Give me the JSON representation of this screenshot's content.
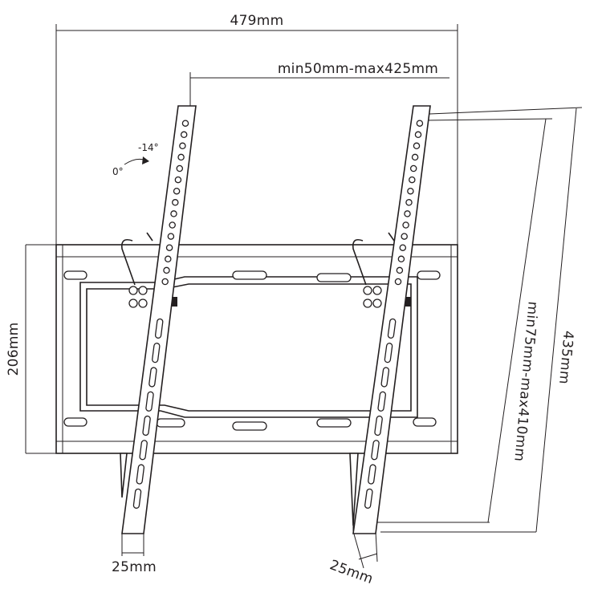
{
  "dimensions": {
    "overall_width": "479mm",
    "vesa_horizontal": "min50mm-max425mm",
    "plate_height": "206mm",
    "arm_length": "435mm",
    "vesa_vertical": "min75mm-max410mm",
    "left_arm_width": "25mm",
    "right_arm_width": "25mm"
  },
  "tilt": {
    "start_angle": "0°",
    "max_angle": "-14°"
  },
  "colors": {
    "line": "#231f20",
    "background": "#ffffff"
  }
}
